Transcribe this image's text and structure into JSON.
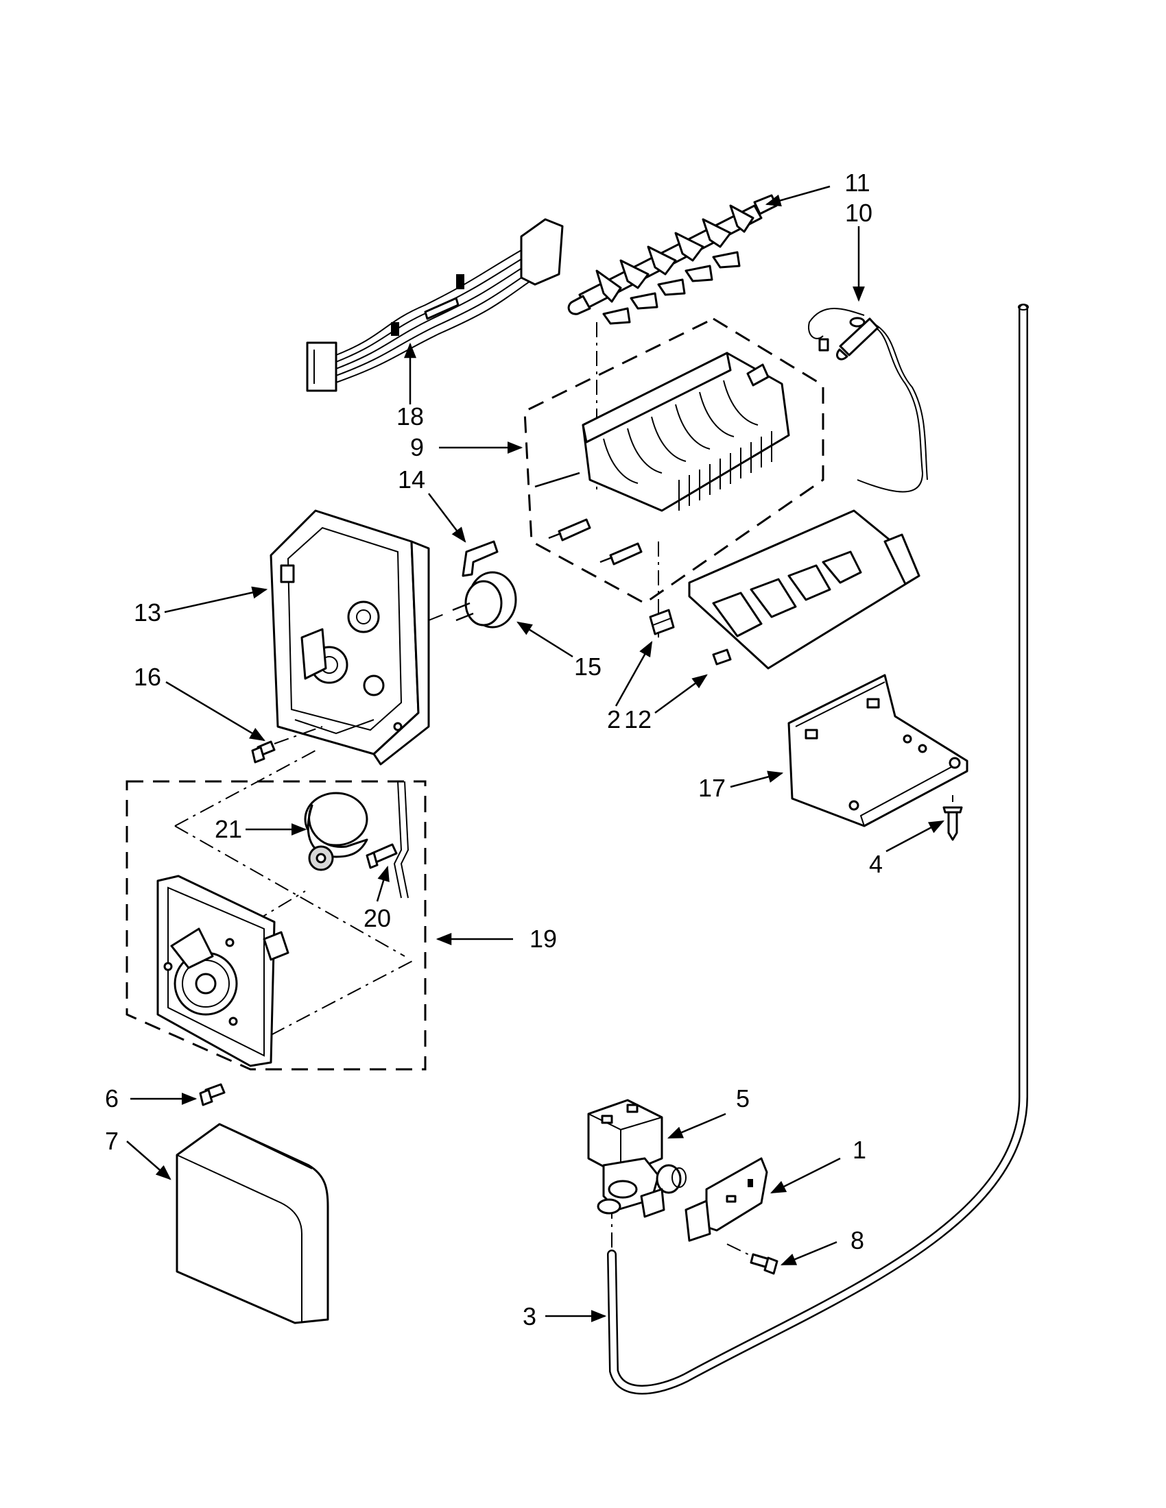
{
  "diagram": {
    "callouts": [
      {
        "id": "p1",
        "label": "1"
      },
      {
        "id": "p2",
        "label": "2"
      },
      {
        "id": "p3",
        "label": "3"
      },
      {
        "id": "p4",
        "label": "4"
      },
      {
        "id": "p5",
        "label": "5"
      },
      {
        "id": "p6",
        "label": "6"
      },
      {
        "id": "p7",
        "label": "7"
      },
      {
        "id": "p8",
        "label": "8"
      },
      {
        "id": "p9",
        "label": "9"
      },
      {
        "id": "p10",
        "label": "10"
      },
      {
        "id": "p11",
        "label": "11"
      },
      {
        "id": "p12",
        "label": "12"
      },
      {
        "id": "p13",
        "label": "13"
      },
      {
        "id": "p14",
        "label": "14"
      },
      {
        "id": "p15",
        "label": "15"
      },
      {
        "id": "p16",
        "label": "16"
      },
      {
        "id": "p17",
        "label": "17"
      },
      {
        "id": "p18",
        "label": "18"
      },
      {
        "id": "p19",
        "label": "19"
      },
      {
        "id": "p20",
        "label": "20"
      },
      {
        "id": "p21",
        "label": "21"
      }
    ]
  }
}
